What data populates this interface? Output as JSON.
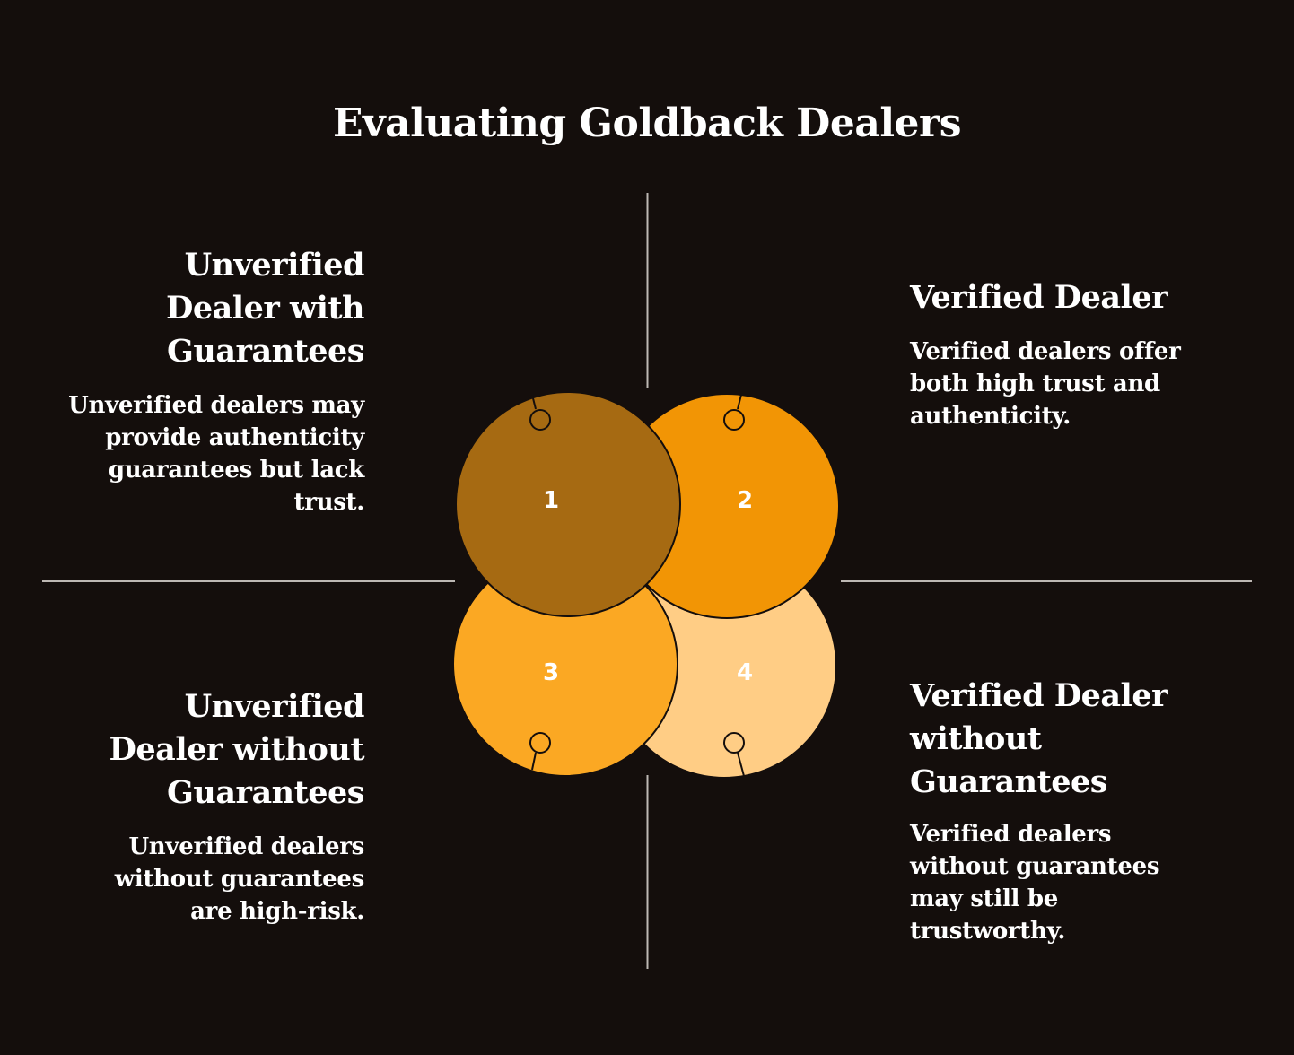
{
  "title": "Evaluating Goldback Dealers",
  "quadrants": [
    {
      "number": "1",
      "heading": "Unverified Dealer with Guarantees",
      "description": "Unverified dealers may provide authenticity guarantees but lack trust.",
      "color": "#a66a12"
    },
    {
      "number": "2",
      "heading": "Verified Dealer",
      "description": "Verified dealers offer both high trust and authenticity.",
      "color": "#f29505"
    },
    {
      "number": "3",
      "heading": "Unverified Dealer without Guarantees",
      "description": "Unverified dealers without guarantees are high-risk.",
      "color": "#fba823"
    },
    {
      "number": "4",
      "heading": "Verified Dealer without Guarantees",
      "description": "Verified dealers without guarantees may still be trustworthy.",
      "color": "#ffcd85"
    }
  ],
  "colors": {
    "background": "#140e0c",
    "divider": "#bdb8b4",
    "outline": "#140e0c"
  }
}
